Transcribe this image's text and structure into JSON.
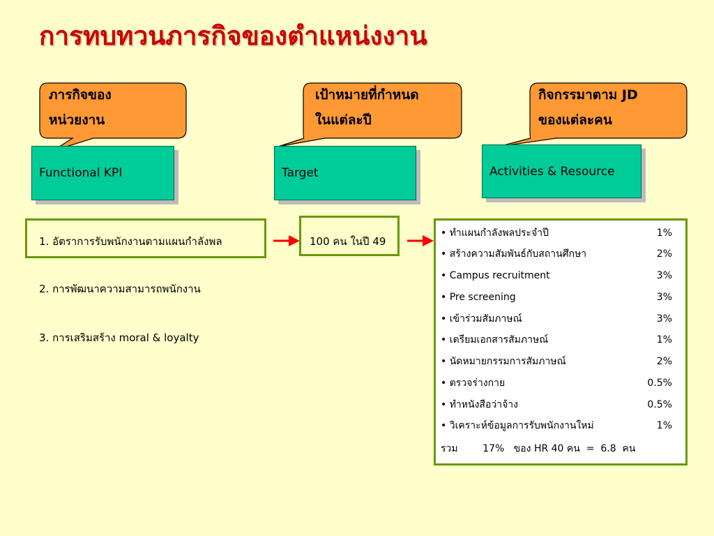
{
  "title": "การทบทวนภารกิจของตำแหน่งงาน",
  "callouts": [
    {
      "line1": "ภารกิจของ",
      "line2": "หน่วยงาน"
    },
    {
      "line1": "เป้าหมายที่กำหนด",
      "line2": "ในแต่ละปี"
    },
    {
      "line1": "กิจกรรมาตาม JD",
      "line2": "ของแต่ละคน"
    }
  ],
  "headers": {
    "kpi": "Functional KPI",
    "target": "Target",
    "activities": "Activities & Resource"
  },
  "kpis": [
    "1. อัตราการรับพนักงานตามแผนกำลังพล",
    "2. การพัฒนาความสามารถพนักงาน",
    "3. การเสริมสร้าง moral & loyalty"
  ],
  "target_value": "100 คน ในปี 49",
  "activities": [
    {
      "label": "• ทำแผนกำลังพลประจำปี",
      "value": "1%"
    },
    {
      "label": "• สร้างความสัมพันธ์กับสถานศึกษา",
      "value": "2%"
    },
    {
      "label": "• Campus recruitment",
      "value": "3%"
    },
    {
      "label": "• Pre screening",
      "value": "3%"
    },
    {
      "label": "• เข้าร่วมสัมภาษณ์",
      "value": "3%"
    },
    {
      "label": "• เตรียมเอกสารสัมภาษณ์",
      "value": "1%"
    },
    {
      "label": "• นัดหมายกรรมการสัมภาษณ์",
      "value": "2%"
    },
    {
      "label": "• ตรวจร่างกาย",
      "value": "0.5%"
    },
    {
      "label": "• ทำหนังสือว่าจ้าง",
      "value": "0.5%"
    },
    {
      "label": "• วิเคราะห์ข้อมูลการรับพนักงานใหม่",
      "value": "1%"
    }
  ],
  "total": "รวม        17%   ของ HR 40 คน  =  6.8  คน",
  "colors": {
    "callout_fill": "#ff9933",
    "teal_fill": "#00cc99",
    "outline": "#669900",
    "arrow": "#ff0000",
    "title": "#cc0000"
  }
}
